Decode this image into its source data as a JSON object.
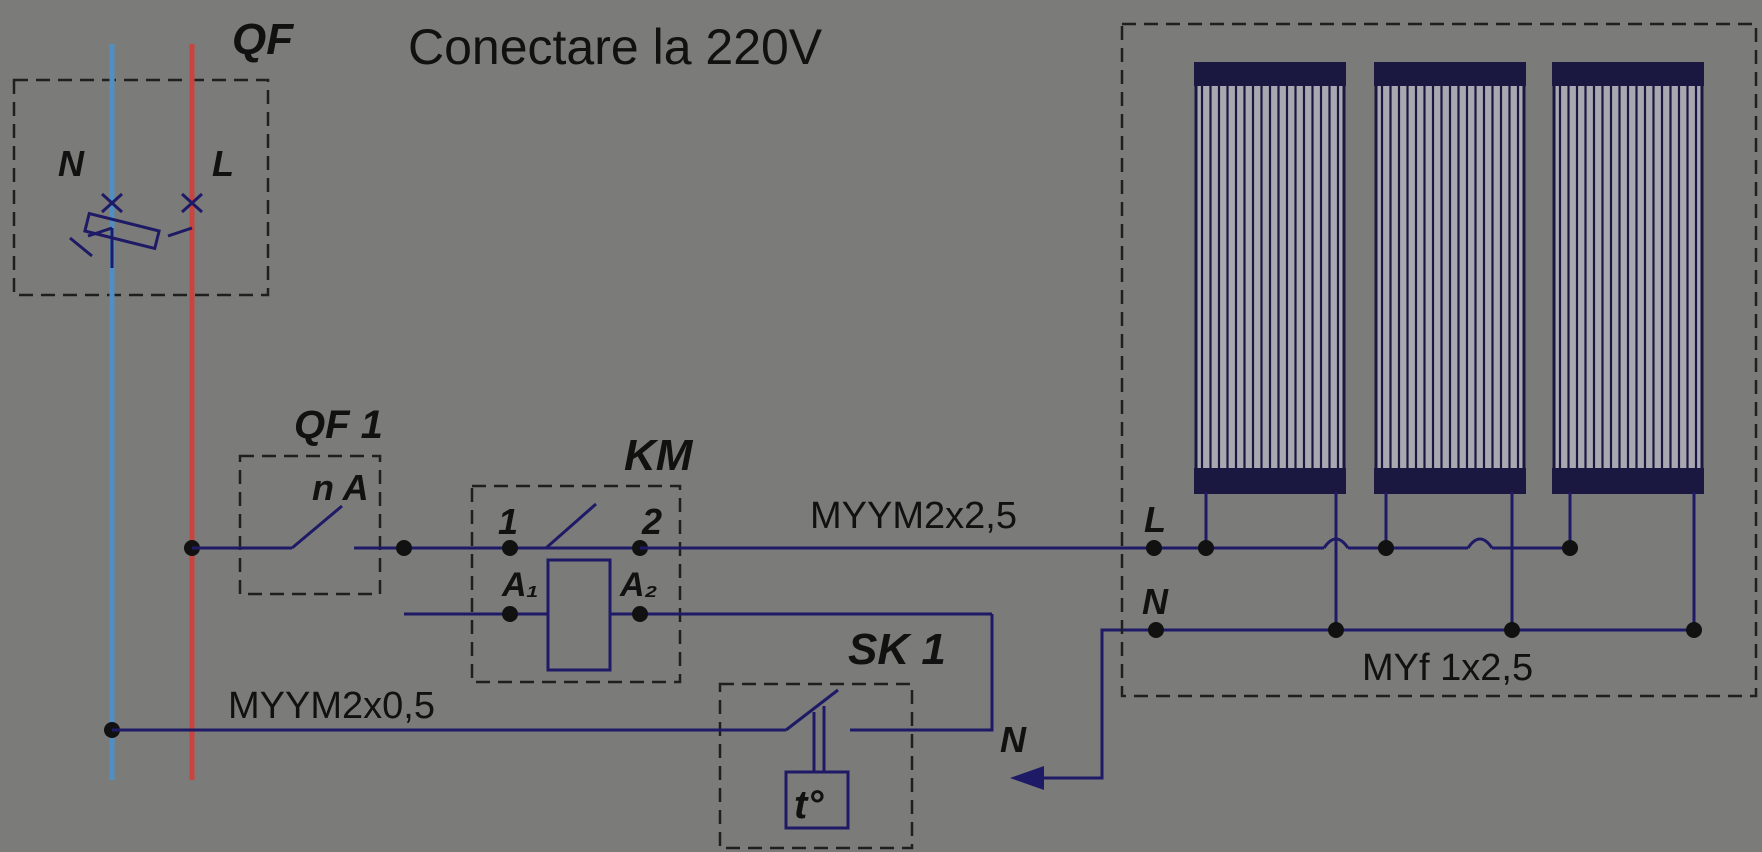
{
  "title": "Conectare la 220V",
  "labels": {
    "qf": "QF",
    "n": "N",
    "l": "L",
    "qf1": "QF 1",
    "na": "n A",
    "km": "KM",
    "t1": "1",
    "t2": "2",
    "a1": "A₁",
    "a2": "A₂",
    "sk1": "SK 1",
    "tdeg": "t°",
    "mains_cable": "MYYM2x2,5",
    "control_cable": "MYYM2x0,5",
    "heater_cable": "MYf 1x2,5",
    "heater_l": "L",
    "heater_n": "N",
    "return_n": "N"
  },
  "colors": {
    "background": "#7b7b79",
    "neutral_bus": "#4f8fc4",
    "phase_bus": "#c9433f",
    "wire": "#1e1a66",
    "heater_panel": "#1a1840"
  },
  "heaters": [
    {
      "name": "heater-panel-1"
    },
    {
      "name": "heater-panel-2"
    },
    {
      "name": "heater-panel-3"
    }
  ]
}
